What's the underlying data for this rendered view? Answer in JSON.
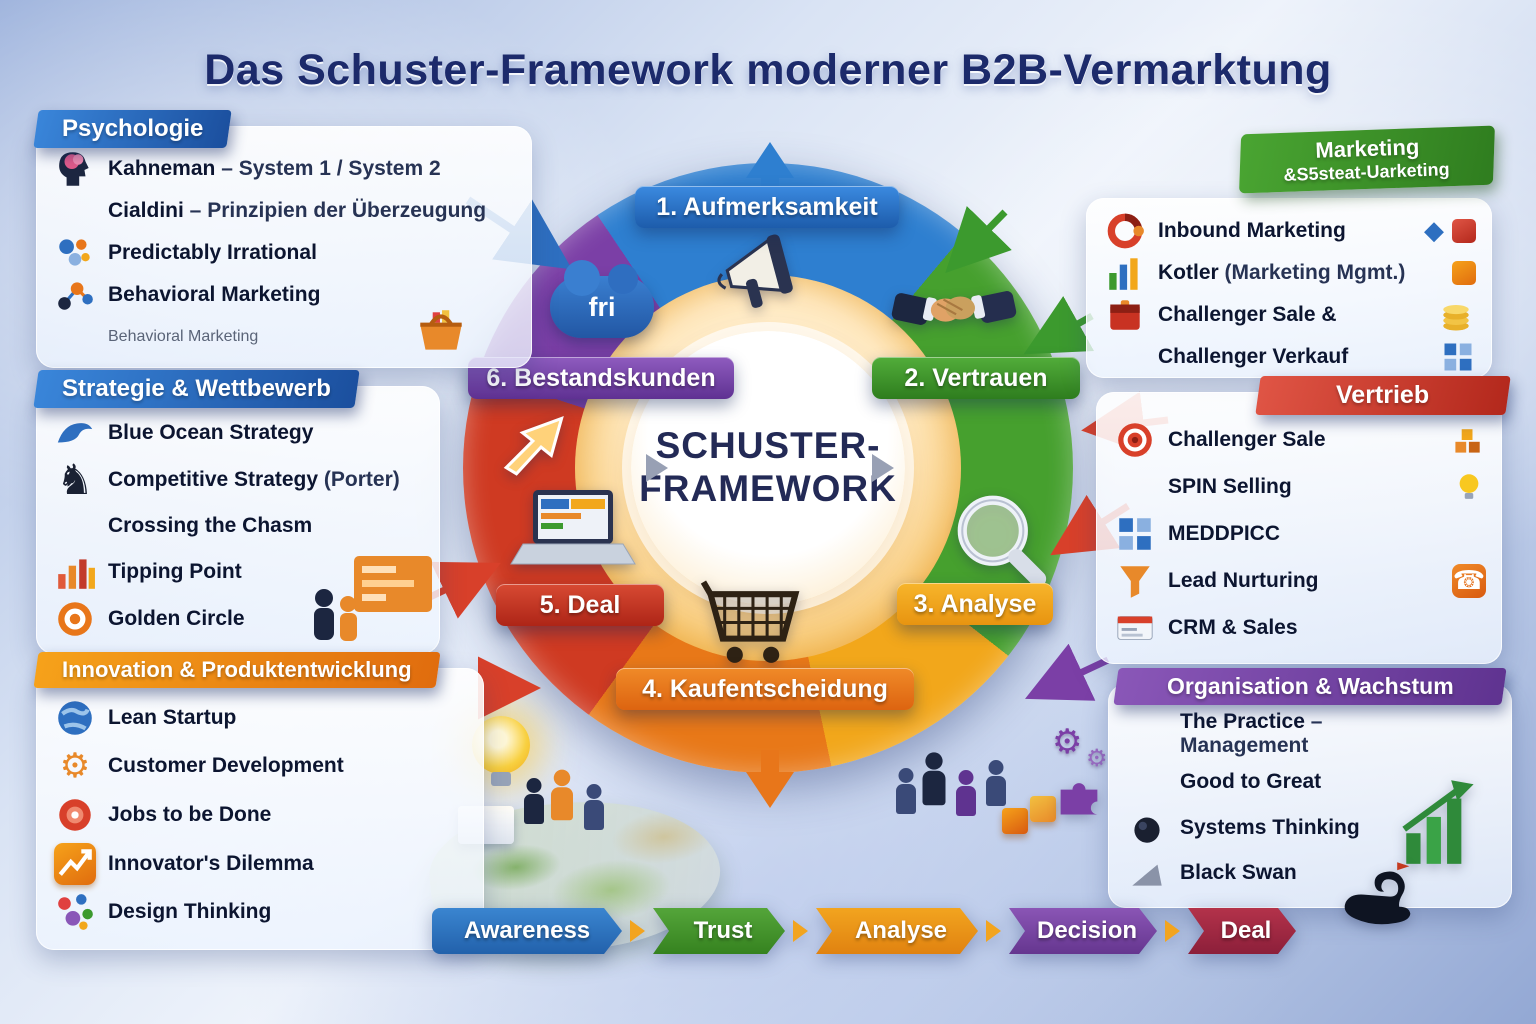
{
  "title": "Das Schuster-Framework moderner B2B-Vermarktung",
  "center": {
    "name_line1": "SCHUSTER-",
    "name_line2": "FRAMEWORK",
    "cloud_badge": "fri",
    "stages": {
      "s1": "1. Aufmerksamkeit",
      "s2": "2. Vertrauen",
      "s3": "3. Analyse",
      "s4": "4. Kaufentscheidung",
      "s5": "5. Deal",
      "s6": "6. Bestandskunden"
    }
  },
  "panels": {
    "psychologie": {
      "title": "Psychologie",
      "items": [
        {
          "bold": "Kahneman",
          "rest": " – System 1 / System 2"
        },
        {
          "bold": "Cialdini",
          "rest": " – Prinzipien der Überzeugung"
        },
        {
          "bold": "Predictably Irrational",
          "rest": ""
        },
        {
          "bold": "Behavioral Marketing",
          "rest": ""
        },
        {
          "bold": "",
          "rest": "Behavioral Marketing"
        }
      ]
    },
    "strategie": {
      "title": "Strategie & Wettbewerb",
      "items": [
        {
          "bold": "Blue Ocean Strategy",
          "rest": ""
        },
        {
          "bold": "Competitive Strategy",
          "rest": " (Porter)"
        },
        {
          "bold": "Crossing the Chasm",
          "rest": ""
        },
        {
          "bold": "Tipping Point",
          "rest": ""
        },
        {
          "bold": "Golden Circle",
          "rest": ""
        }
      ]
    },
    "innovation": {
      "title": "Innovation & Produktentwicklung",
      "items": [
        {
          "bold": "Lean Startup",
          "rest": ""
        },
        {
          "bold": "Customer Development",
          "rest": ""
        },
        {
          "bold": "Jobs to be Done",
          "rest": ""
        },
        {
          "bold": "Innovator's Dilemma",
          "rest": ""
        },
        {
          "bold": "Design Thinking",
          "rest": ""
        }
      ]
    },
    "marketing": {
      "title_line1": "Marketing",
      "title_line2": "&S5steat-Uarketing",
      "items": [
        {
          "bold": "Inbound Marketing",
          "rest": ""
        },
        {
          "bold": "Kotler",
          "rest": " (Marketing Mgmt.)"
        },
        {
          "bold": "Challenger Sale &",
          "rest": ""
        },
        {
          "bold": "Challenger Verkauf",
          "rest": ""
        }
      ]
    },
    "vertrieb": {
      "title": "Vertrieb",
      "items": [
        {
          "bold": "Challenger Sale",
          "rest": ""
        },
        {
          "bold": "SPIN Selling",
          "rest": ""
        },
        {
          "bold": "MEDDPICC",
          "rest": ""
        },
        {
          "bold": "Lead Nurturing",
          "rest": ""
        },
        {
          "bold": "CRM & Sales",
          "rest": ""
        }
      ]
    },
    "organisation": {
      "title": "Organisation & Wachstum",
      "items": [
        {
          "bold": "The Practice",
          "rest": " – Management"
        },
        {
          "bold": "Good to Great",
          "rest": ""
        },
        {
          "bold": "Systems Thinking",
          "rest": ""
        },
        {
          "bold": "Black Swan",
          "rest": ""
        }
      ]
    }
  },
  "flow": [
    "Awareness",
    "Trust",
    "Analyse",
    "Decision",
    "Deal"
  ],
  "icons": {
    "chess_knight": "♞",
    "gear": "⚙",
    "gem": "◆",
    "phone": "☎"
  },
  "colors": {
    "title_text": "#1c2a6b",
    "stage_aufmerksamkeit": "#2e7fd0",
    "stage_vertrauen": "#3c9a2e",
    "stage_analyse": "#f2a41f",
    "stage_kaufentscheidung": "#e8761a",
    "stage_deal": "#c63527",
    "stage_bestandskunden": "#7b3fa6",
    "flow_awareness": "#2e7bc4",
    "flow_trust": "#4a9a34",
    "flow_analyse": "#ef9c18",
    "flow_decision": "#7e4aa8",
    "flow_deal": "#a8284a"
  }
}
